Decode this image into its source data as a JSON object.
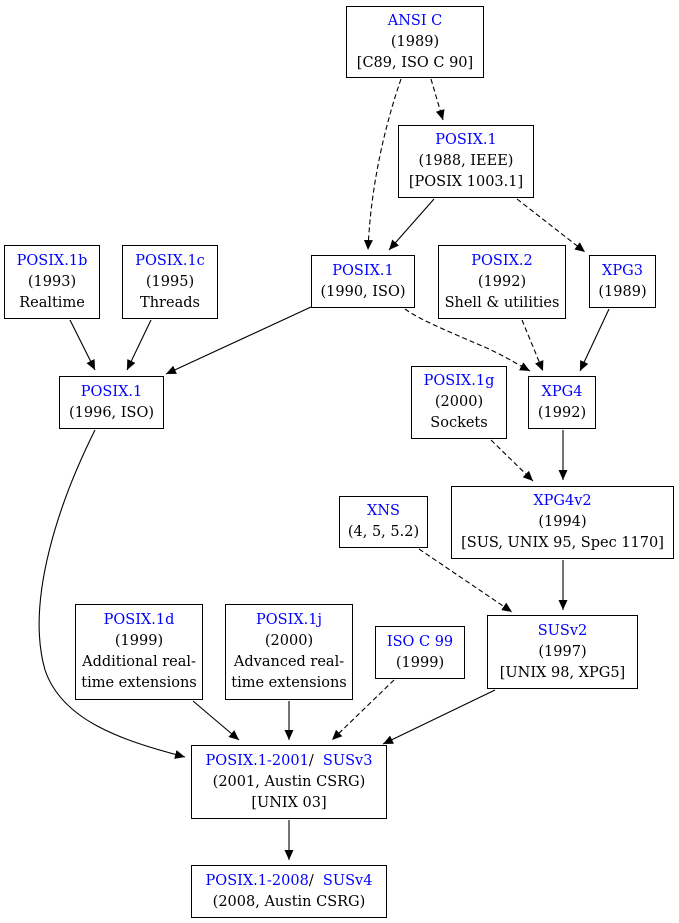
{
  "colors": {
    "link": "#0000ff",
    "text": "#000000",
    "edge": "#000000",
    "background": "#ffffff"
  },
  "nodes": {
    "ansi_c": {
      "title": "ANSI C",
      "lines": [
        "(1989)",
        "[C89, ISO C 90]"
      ]
    },
    "posix1_1988": {
      "title": "POSIX.1",
      "lines": [
        "(1988, IEEE)",
        "[POSIX 1003.1]"
      ]
    },
    "posix1_1990": {
      "title": "POSIX.1",
      "lines": [
        "(1990, ISO)"
      ]
    },
    "posix1b": {
      "title": "POSIX.1b",
      "lines": [
        "(1993)",
        "Realtime"
      ]
    },
    "posix1c": {
      "title": "POSIX.1c",
      "lines": [
        "(1995)",
        "Threads"
      ]
    },
    "posix2": {
      "title": "POSIX.2",
      "lines": [
        "(1992)",
        "Shell & utilities"
      ]
    },
    "xpg3": {
      "title": "XPG3",
      "lines": [
        "(1989)"
      ]
    },
    "posix1_1996": {
      "title": "POSIX.1",
      "lines": [
        "(1996, ISO)"
      ]
    },
    "posix1g": {
      "title": "POSIX.1g",
      "lines": [
        "(2000)",
        "Sockets"
      ]
    },
    "xpg4": {
      "title": "XPG4",
      "lines": [
        "(1992)"
      ]
    },
    "xpg4v2": {
      "title": "XPG4v2",
      "lines": [
        "(1994)",
        "[SUS, UNIX 95, Spec 1170]"
      ]
    },
    "xns": {
      "title": "XNS",
      "lines": [
        "(4, 5, 5.2)"
      ]
    },
    "posix1d": {
      "title": "POSIX.1d",
      "lines": [
        "(1999)",
        "Additional real-",
        "time extensions"
      ]
    },
    "posix1j": {
      "title": "POSIX.1j",
      "lines": [
        "(2000)",
        "Advanced real-",
        "time extensions"
      ]
    },
    "isoc99": {
      "title": "ISO C 99",
      "lines": [
        "(1999)"
      ]
    },
    "susv2": {
      "title": "SUSv2",
      "lines": [
        "(1997)",
        "[UNIX 98, XPG5]"
      ]
    },
    "posix2001": {
      "title": "POSIX.1-2001",
      "sep": "/",
      "title2": "SUSv3",
      "lines": [
        "(2001, Austin CSRG)",
        "[UNIX 03]"
      ]
    },
    "posix2008": {
      "title": "POSIX.1-2008",
      "sep": "/",
      "title2": "SUSv4",
      "lines": [
        "(2008, Austin CSRG)"
      ]
    }
  },
  "edges": [
    {
      "from": "ansi_c",
      "to": "posix1_1988",
      "style": "dashed"
    },
    {
      "from": "ansi_c",
      "to": "posix1_1990",
      "style": "dashed"
    },
    {
      "from": "posix1_1988",
      "to": "posix1_1990",
      "style": "solid"
    },
    {
      "from": "posix1_1988",
      "to": "xpg3",
      "style": "dashed"
    },
    {
      "from": "posix1_1990",
      "to": "posix1_1996",
      "style": "solid"
    },
    {
      "from": "posix1_1990",
      "to": "xpg4",
      "style": "dashed"
    },
    {
      "from": "posix1b",
      "to": "posix1_1996",
      "style": "solid"
    },
    {
      "from": "posix1c",
      "to": "posix1_1996",
      "style": "solid"
    },
    {
      "from": "posix2",
      "to": "xpg4",
      "style": "dashed"
    },
    {
      "from": "xpg3",
      "to": "xpg4",
      "style": "solid"
    },
    {
      "from": "posix1g",
      "to": "xpg4v2",
      "style": "dashed"
    },
    {
      "from": "xpg4",
      "to": "xpg4v2",
      "style": "solid"
    },
    {
      "from": "xpg4v2",
      "to": "susv2",
      "style": "solid"
    },
    {
      "from": "xns",
      "to": "susv2",
      "style": "dashed"
    },
    {
      "from": "posix1_1996",
      "to": "posix2001",
      "style": "solid"
    },
    {
      "from": "posix1d",
      "to": "posix2001",
      "style": "solid"
    },
    {
      "from": "posix1j",
      "to": "posix2001",
      "style": "solid"
    },
    {
      "from": "isoc99",
      "to": "posix2001",
      "style": "dashed"
    },
    {
      "from": "susv2",
      "to": "posix2001",
      "style": "solid"
    },
    {
      "from": "posix2001",
      "to": "posix2008",
      "style": "solid"
    }
  ]
}
